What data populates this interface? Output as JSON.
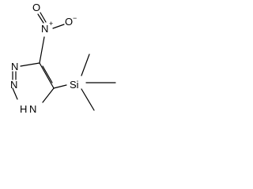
{
  "molecule": {
    "atoms": {
      "nitro_n": "N",
      "nitro_plus": "+",
      "nitro_o_top": "O",
      "nitro_o_right": "O",
      "nitro_minus": "−",
      "ring_n_top": "N",
      "ring_n_mid": "N",
      "ring_n_h": "N",
      "ring_h": "H",
      "silicon": "Si"
    }
  }
}
